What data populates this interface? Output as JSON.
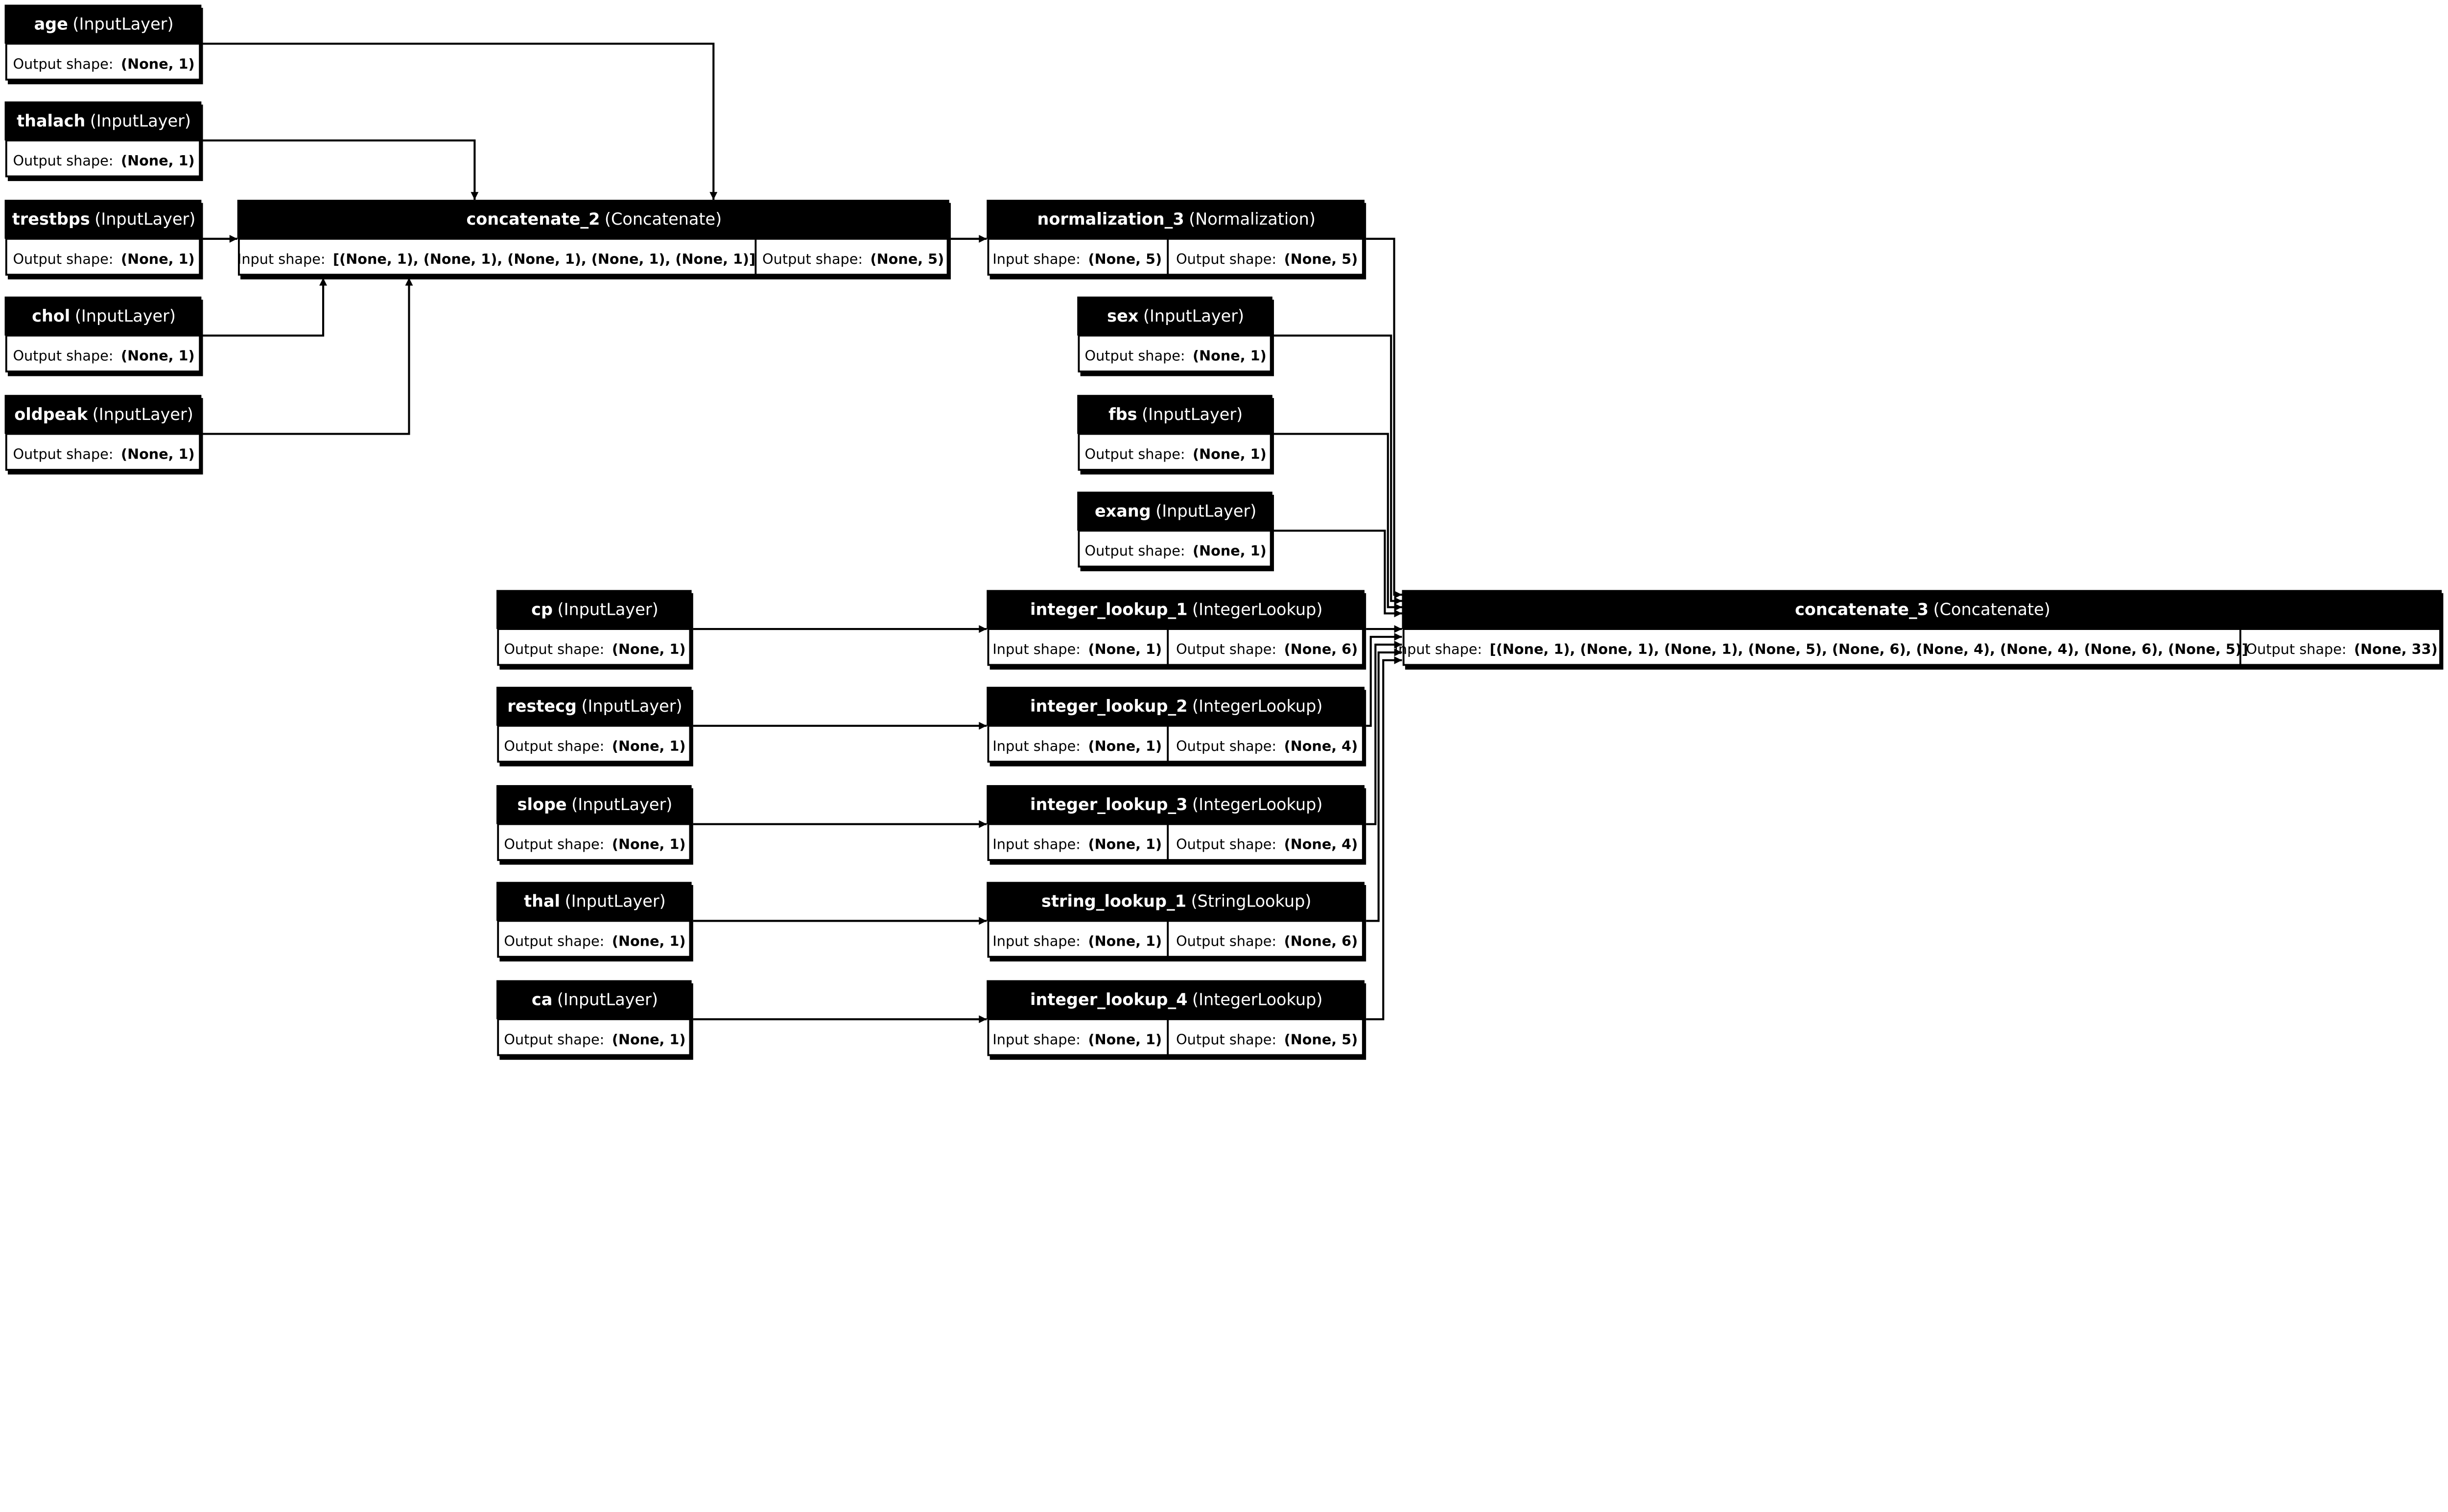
{
  "labels": {
    "input_shape": "Input shape: ",
    "output_shape": "Output shape: "
  },
  "nodes": [
    {
      "id": "age",
      "name": "age",
      "type": "(InputLayer)",
      "output": "(None, 1)"
    },
    {
      "id": "thalach",
      "name": "thalach",
      "type": "(InputLayer)",
      "output": "(None, 1)"
    },
    {
      "id": "trestbps",
      "name": "trestbps",
      "type": "(InputLayer)",
      "output": "(None, 1)"
    },
    {
      "id": "chol",
      "name": "chol",
      "type": "(InputLayer)",
      "output": "(None, 1)"
    },
    {
      "id": "oldpeak",
      "name": "oldpeak",
      "type": "(InputLayer)",
      "output": "(None, 1)"
    },
    {
      "id": "concatenate_2",
      "name": "concatenate_2",
      "type": "(Concatenate)",
      "input": "[(None, 1), (None, 1), (None, 1), (None, 1), (None, 1)]",
      "output": "(None, 5)"
    },
    {
      "id": "normalization_3",
      "name": "normalization_3",
      "type": "(Normalization)",
      "input": "(None, 5)",
      "output": "(None, 5)"
    },
    {
      "id": "sex",
      "name": "sex",
      "type": "(InputLayer)",
      "output": "(None, 1)"
    },
    {
      "id": "fbs",
      "name": "fbs",
      "type": "(InputLayer)",
      "output": "(None, 1)"
    },
    {
      "id": "exang",
      "name": "exang",
      "type": "(InputLayer)",
      "output": "(None, 1)"
    },
    {
      "id": "cp",
      "name": "cp",
      "type": "(InputLayer)",
      "output": "(None, 1)"
    },
    {
      "id": "restecg",
      "name": "restecg",
      "type": "(InputLayer)",
      "output": "(None, 1)"
    },
    {
      "id": "slope",
      "name": "slope",
      "type": "(InputLayer)",
      "output": "(None, 1)"
    },
    {
      "id": "thal",
      "name": "thal",
      "type": "(InputLayer)",
      "output": "(None, 1)"
    },
    {
      "id": "ca",
      "name": "ca",
      "type": "(InputLayer)",
      "output": "(None, 1)"
    },
    {
      "id": "integer_lookup_1",
      "name": "integer_lookup_1",
      "type": "(IntegerLookup)",
      "input": "(None, 1)",
      "output": "(None, 6)"
    },
    {
      "id": "integer_lookup_2",
      "name": "integer_lookup_2",
      "type": "(IntegerLookup)",
      "input": "(None, 1)",
      "output": "(None, 4)"
    },
    {
      "id": "integer_lookup_3",
      "name": "integer_lookup_3",
      "type": "(IntegerLookup)",
      "input": "(None, 1)",
      "output": "(None, 4)"
    },
    {
      "id": "string_lookup_1",
      "name": "string_lookup_1",
      "type": "(StringLookup)",
      "input": "(None, 1)",
      "output": "(None, 6)"
    },
    {
      "id": "integer_lookup_4",
      "name": "integer_lookup_4",
      "type": "(IntegerLookup)",
      "input": "(None, 1)",
      "output": "(None, 5)"
    },
    {
      "id": "concatenate_3",
      "name": "concatenate_3",
      "type": "(Concatenate)",
      "input": "[(None, 1), (None, 1), (None, 1), (None, 5), (None, 6), (None, 4), (None, 4), (None, 6), (None, 5)]",
      "output": "(None, 33)"
    }
  ],
  "edges": [
    [
      "age",
      "concatenate_2"
    ],
    [
      "thalach",
      "concatenate_2"
    ],
    [
      "trestbps",
      "concatenate_2"
    ],
    [
      "chol",
      "concatenate_2"
    ],
    [
      "oldpeak",
      "concatenate_2"
    ],
    [
      "concatenate_2",
      "normalization_3"
    ],
    [
      "normalization_3",
      "concatenate_3"
    ],
    [
      "sex",
      "concatenate_3"
    ],
    [
      "fbs",
      "concatenate_3"
    ],
    [
      "exang",
      "concatenate_3"
    ],
    [
      "cp",
      "integer_lookup_1"
    ],
    [
      "restecg",
      "integer_lookup_2"
    ],
    [
      "slope",
      "integer_lookup_3"
    ],
    [
      "thal",
      "string_lookup_1"
    ],
    [
      "ca",
      "integer_lookup_4"
    ],
    [
      "integer_lookup_1",
      "concatenate_3"
    ],
    [
      "integer_lookup_2",
      "concatenate_3"
    ],
    [
      "integer_lookup_3",
      "concatenate_3"
    ],
    [
      "string_lookup_1",
      "concatenate_3"
    ],
    [
      "integer_lookup_4",
      "concatenate_3"
    ]
  ]
}
